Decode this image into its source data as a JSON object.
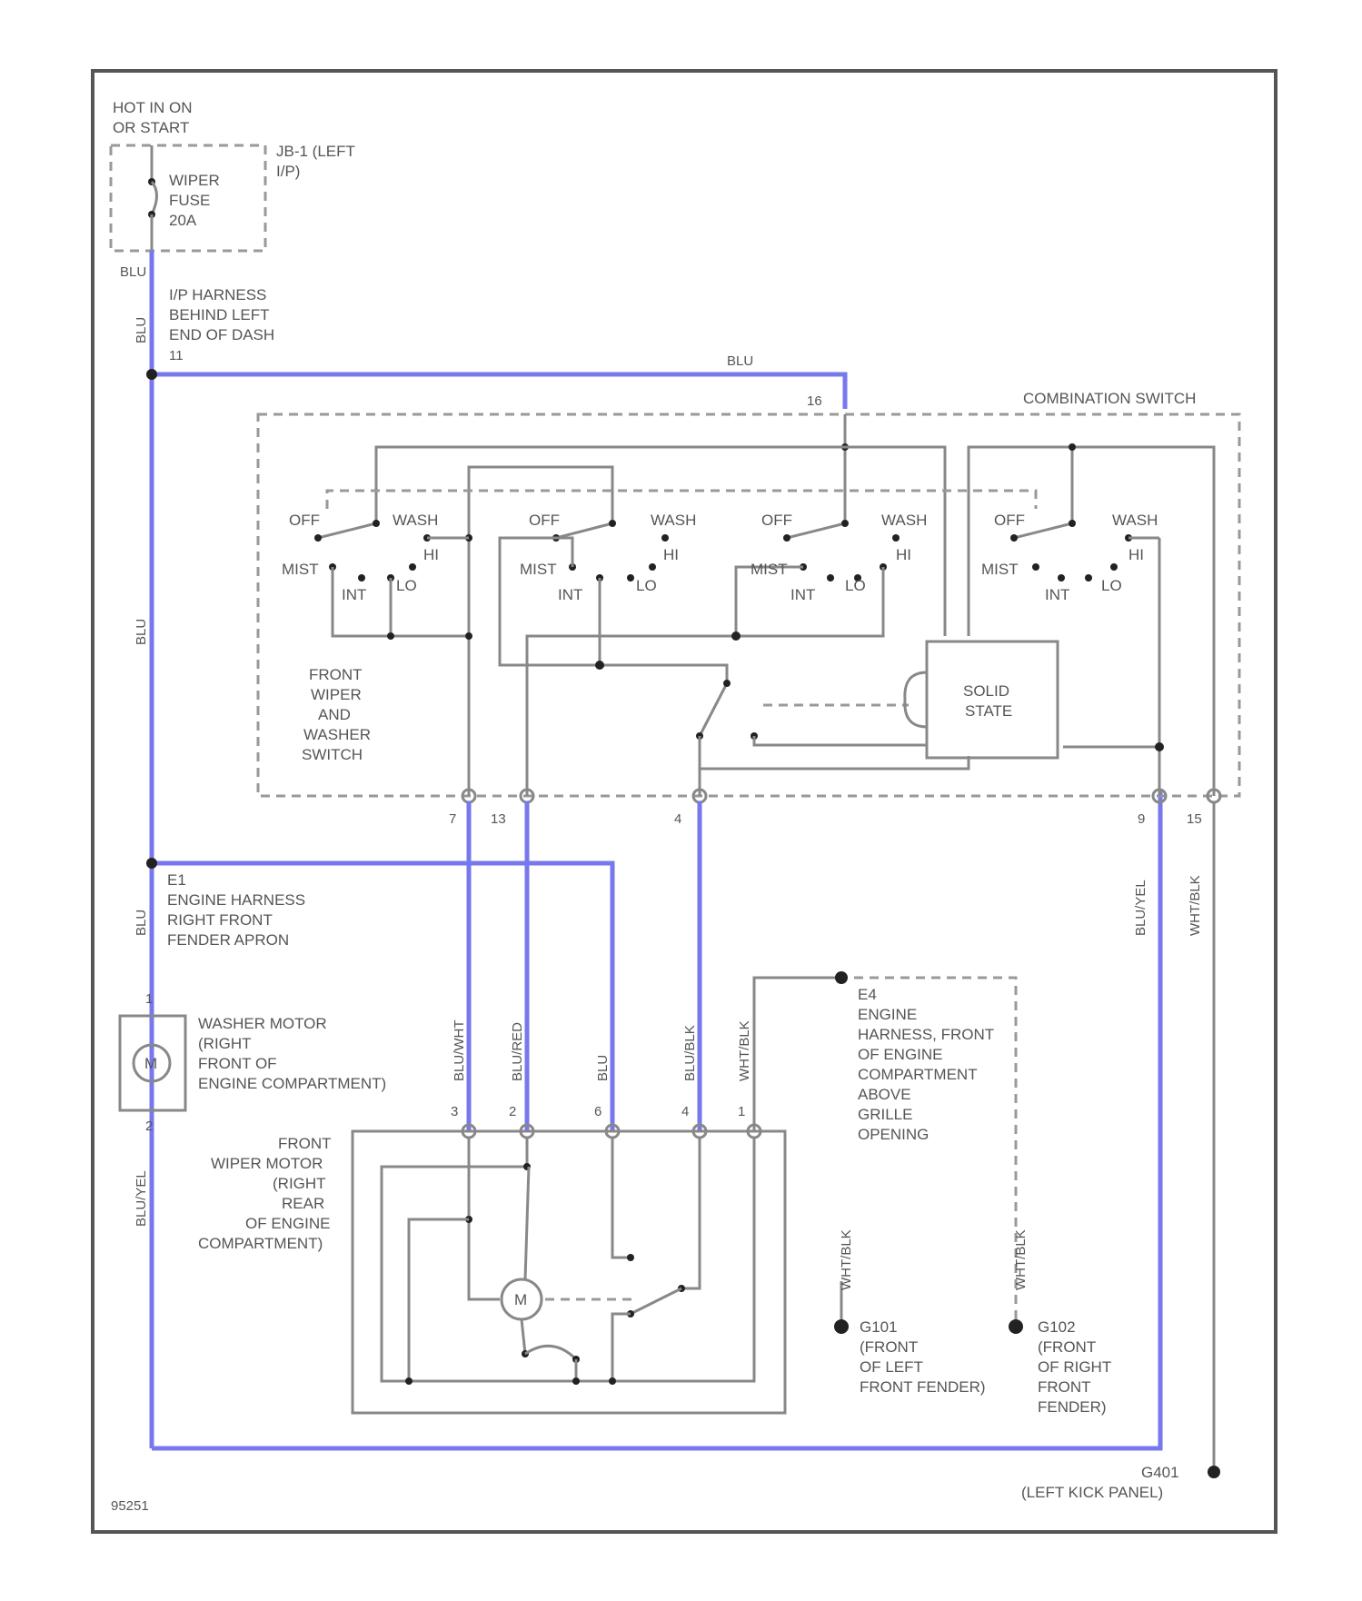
{
  "frame_code": "95251",
  "power": {
    "hot_label_1": "HOT IN ON",
    "hot_label_2": "OR START",
    "fuse_lines": [
      "WIPER",
      "FUSE",
      "20A"
    ],
    "jb_lines": [
      "JB-1 (LEFT",
      "I/P)"
    ],
    "wire_top": "BLU"
  },
  "connectors": {
    "ip_harness": [
      "I/P HARNESS",
      "BEHIND LEFT",
      "END OF DASH"
    ],
    "ip_pin": "11",
    "combo_pin": "16",
    "engine_harness": [
      "E1",
      "ENGINE HARNESS",
      "RIGHT FRONT",
      "FENDER APRON"
    ],
    "e4_block": [
      "E4",
      "ENGINE",
      "HARNESS, FRONT",
      "OF ENGINE",
      "COMPARTMENT",
      "ABOVE",
      "GRILLE",
      "OPENING"
    ]
  },
  "switch": {
    "title": "COMBINATION SWITCH",
    "name_lines": [
      "FRONT",
      "WIPER",
      "AND",
      "WASHER",
      "SWITCH"
    ],
    "positions": {
      "off": "OFF",
      "wash": "WASH",
      "mist": "MIST",
      "int": "INT",
      "lo": "LO",
      "hi": "HI"
    },
    "solid_state": [
      "SOLID",
      "STATE"
    ],
    "pins": [
      "7",
      "13",
      "4",
      "9",
      "15"
    ]
  },
  "washer_motor": {
    "name_lines": [
      "WASHER MOTOR",
      "(RIGHT",
      "FRONT OF",
      "ENGINE COMPARTMENT)"
    ],
    "symbol": "M",
    "pin_top": "1",
    "pin_bottom": "2"
  },
  "wiper_motor": {
    "name_lines": [
      "FRONT",
      "WIPER MOTOR",
      "(RIGHT",
      "REAR",
      "OF ENGINE",
      "COMPARTMENT)"
    ],
    "symbol": "M",
    "pins": [
      "3",
      "2",
      "6",
      "4",
      "1"
    ]
  },
  "wires": {
    "blu": "BLU",
    "blu_wht": "BLU/WHT",
    "blu_red": "BLU/RED",
    "blu_yel": "BLU/YEL",
    "blu_blk": "BLU/BLK",
    "wht_blk": "WHT/BLK",
    "blu_blu_wht_short": "BLU/WHT"
  },
  "grounds": {
    "g101": {
      "code": "G101",
      "lines": [
        "(FRONT",
        "OF LEFT",
        "FRONT FENDER)"
      ]
    },
    "g102": {
      "code": "G102",
      "lines": [
        "(FRONT",
        "OF RIGHT",
        "FRONT",
        "FENDER)"
      ]
    },
    "g401": {
      "code": "G401",
      "lines": [
        "(LEFT KICK PANEL)"
      ]
    }
  },
  "circuit_colors": {
    "hot": "#7777ee",
    "wire": "#888888"
  }
}
